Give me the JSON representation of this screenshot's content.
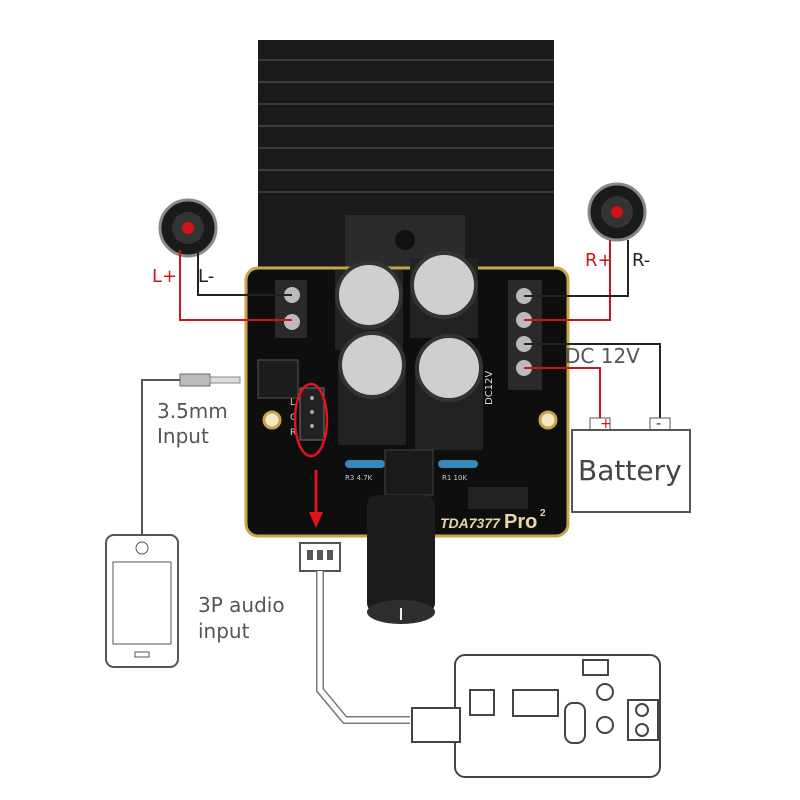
{
  "labels": {
    "left_plus": "L+",
    "left_minus": "L-",
    "right_plus": "R+",
    "right_minus": "R-",
    "dc_voltage": "DC 12V",
    "input_35_line1": "3.5mm",
    "input_35_line2": "Input",
    "battery": "Battery",
    "battery_plus": "+",
    "battery_minus": "-",
    "audio_3p_line1": "3P audio",
    "audio_3p_line2": "input"
  },
  "board": {
    "model": "TDA7377",
    "brand": "Pro",
    "brand_sup": "2",
    "silk_dc": "DC12V",
    "silk_lgr": [
      "L",
      "G",
      "R"
    ],
    "silk_r3": "R3 4.7K",
    "silk_r1": "R1 10K"
  },
  "colors": {
    "wire_red": "#d0121a",
    "wire_black": "#222222",
    "highlight": "#e0141c",
    "gold": "#c9a54a"
  }
}
